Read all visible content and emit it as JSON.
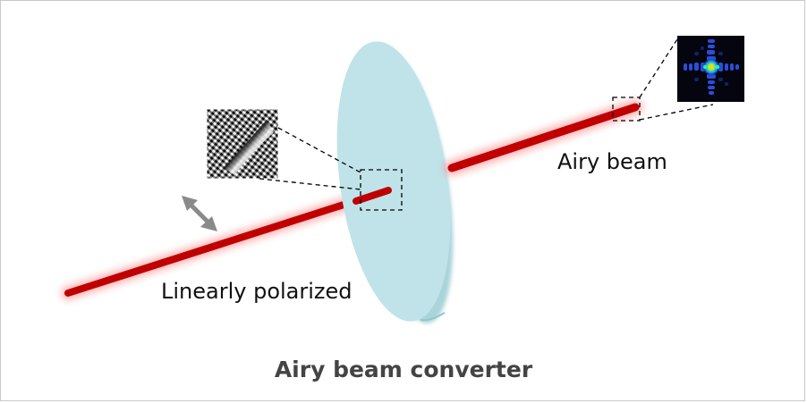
{
  "figure": {
    "caption": "Airy beam converter",
    "labels": {
      "input_beam": "Linearly polarized",
      "output_beam": "Airy beam"
    },
    "icons": {
      "polarization": "double-headed-arrow-icon",
      "phase_mask": "phase-pattern-inset",
      "airy_profile": "airy-intensity-inset"
    }
  },
  "colors": {
    "beam": "#c00000",
    "beam_glow": "#ff7a7a",
    "plate_face": "#bfe3e8",
    "plate_edge": "#a9d4da",
    "callout": "#000000",
    "arrow": "#8a8a8a",
    "caption": "#444444",
    "airy_background": "#050510",
    "airy_lobe": "#3a6cff"
  }
}
